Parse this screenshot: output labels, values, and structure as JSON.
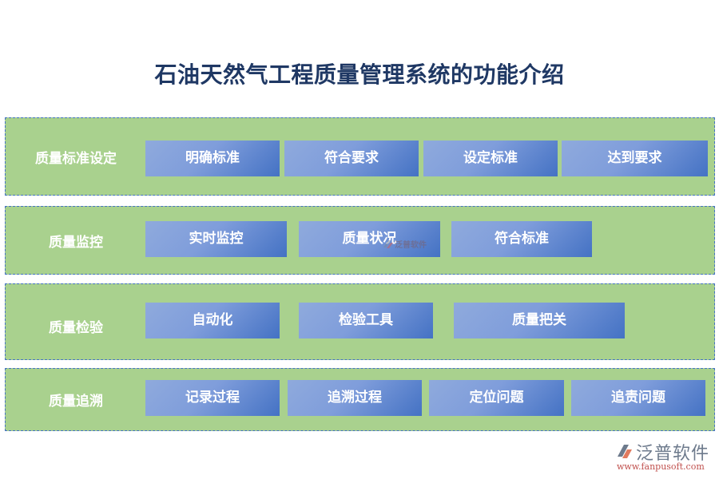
{
  "title": "石油天然气工程质量管理系统的功能介绍",
  "colors": {
    "title": "#1f3864",
    "section_bg": "#a9d18e",
    "section_border": "#4472c4",
    "item_gradient_start": "#8faadc",
    "item_gradient_end": "#4472c4",
    "text_on_item": "#ffffff"
  },
  "sections": [
    {
      "label": "质量标准设定",
      "items": [
        "明确标准",
        "符合要求",
        "设定标准",
        "达到要求"
      ]
    },
    {
      "label": "质量监控",
      "items": [
        "实时监控",
        "质量状况",
        "符合标准"
      ]
    },
    {
      "label": "质量检验",
      "items": [
        "自动化",
        "检验工具",
        "质量把关"
      ]
    },
    {
      "label": "质量追溯",
      "items": [
        "记录过程",
        "追溯过程",
        "定位问题",
        "追责问题"
      ]
    }
  ],
  "watermark": {
    "text": "泛普软件"
  },
  "logo": {
    "name": "泛普软件",
    "url": "www.fanpusoft.com"
  }
}
